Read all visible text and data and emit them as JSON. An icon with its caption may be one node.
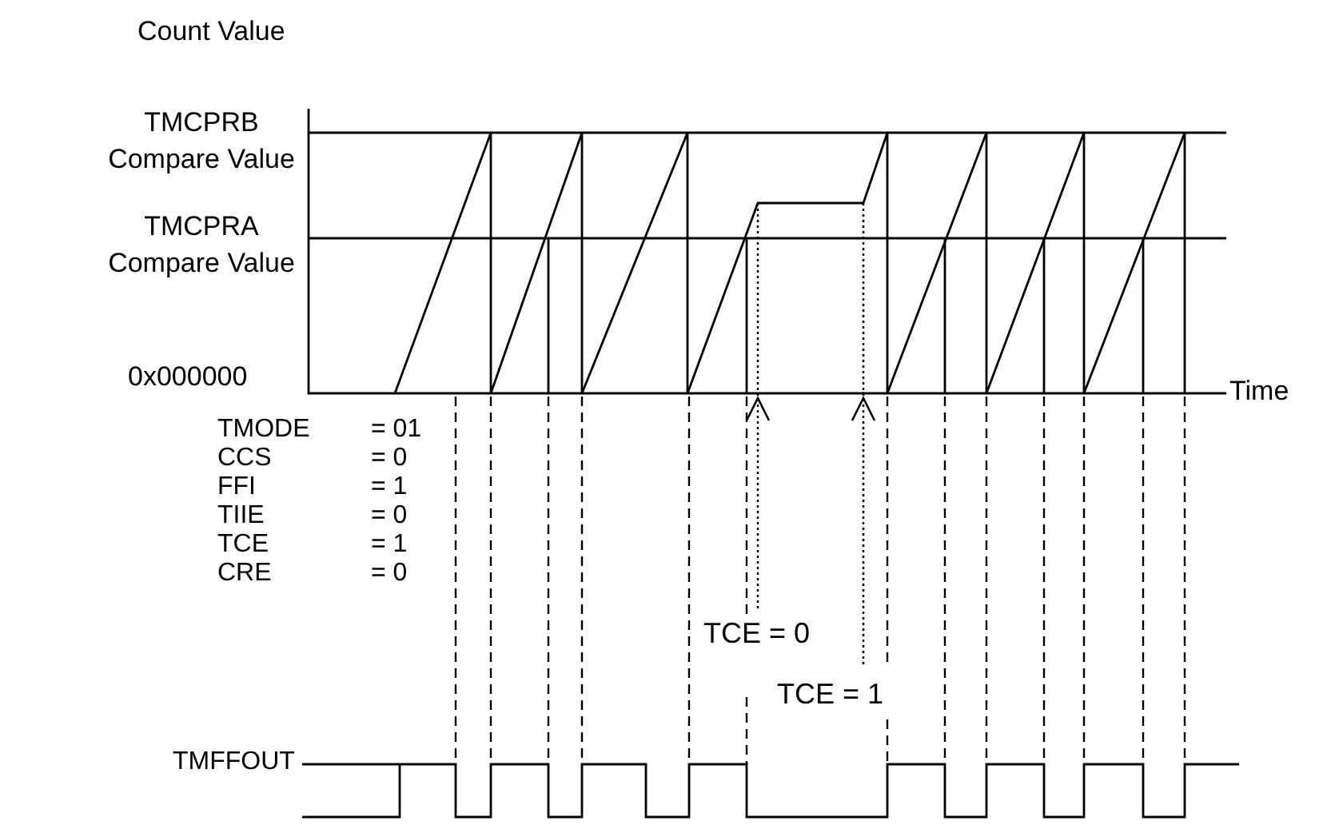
{
  "diagram": {
    "labels": [
      "Count Value",
      "TMCPRB Compare Value",
      "TMCPRA Compare Value",
      "0x000000",
      "Time",
      "TMODE",
      "= 01",
      "CCS",
      "= 0",
      "FFI",
      "= 1",
      "TIIE",
      "= 0",
      "TCE",
      "= 1",
      "CRE",
      "= 0",
      "TCE = 0",
      "TCE = 1",
      "TMFFOUT"
    ]
  }
}
